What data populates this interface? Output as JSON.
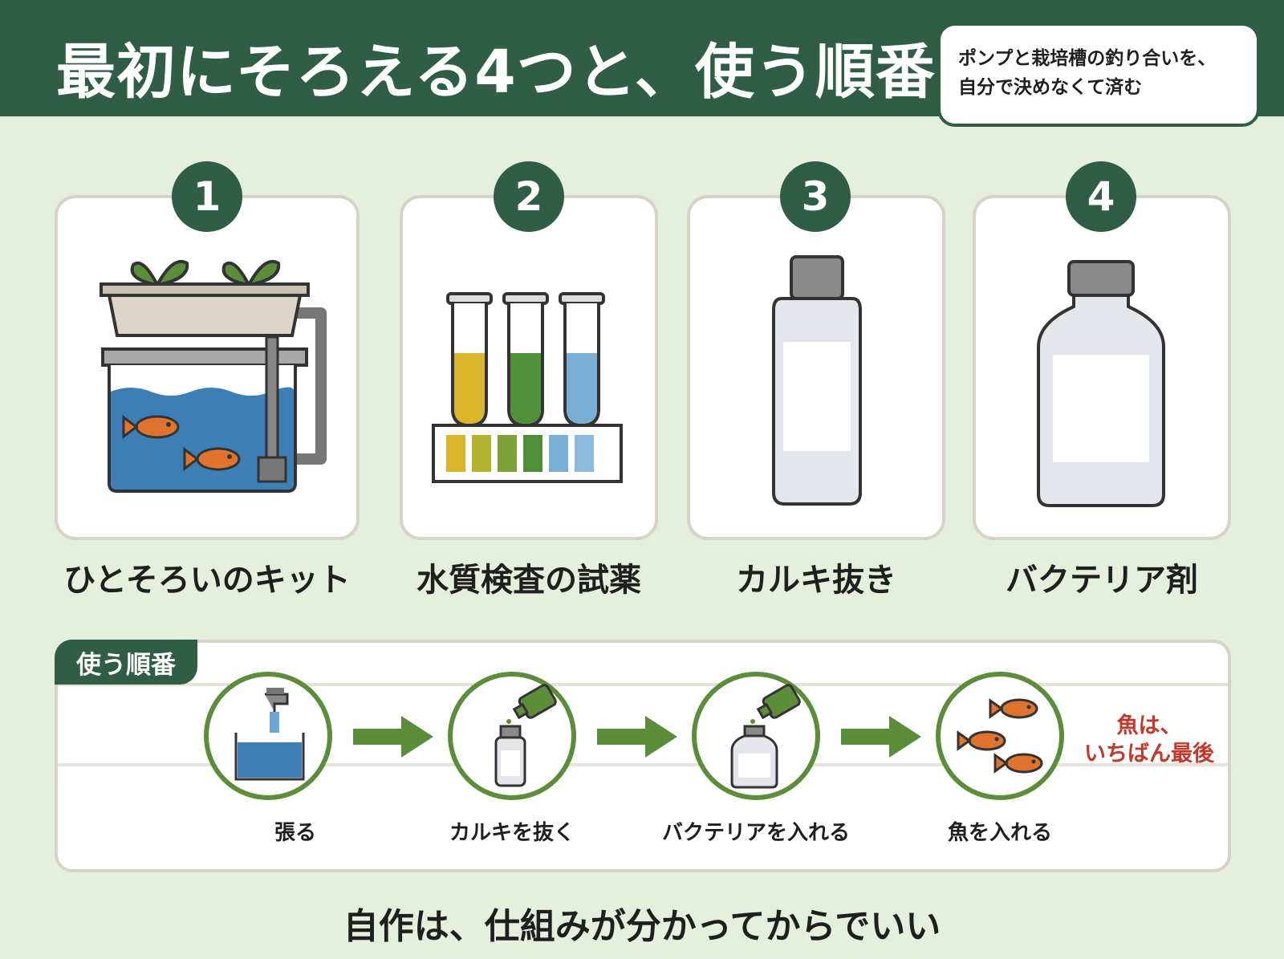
{
  "header": {
    "title": "最初にそろえる4つと、使う順番",
    "callout_line1": "ポンプと栽培槽の釣り合いを、",
    "callout_line2": "自分で決めなくて済む"
  },
  "items": [
    {
      "number": "1",
      "label": "ひとそろいのキット",
      "icon": "aquaponics-kit-icon"
    },
    {
      "number": "2",
      "label": "水質検査の試薬",
      "icon": "test-tubes-icon"
    },
    {
      "number": "3",
      "label": "カルキ抜き",
      "icon": "dechlorinator-bottle-icon"
    },
    {
      "number": "4",
      "label": "バクテリア剤",
      "icon": "bacteria-bottle-icon"
    }
  ],
  "order": {
    "tab_label": "使う順番",
    "steps": [
      {
        "label": "張る",
        "icon": "faucet-tank-icon"
      },
      {
        "label": "カルキを抜く",
        "icon": "pour-bottle-icon"
      },
      {
        "label": "バクテリアを入れる",
        "icon": "pour-bottle-icon"
      },
      {
        "label": "魚を入れる",
        "icon": "fish-icon"
      }
    ],
    "note_line1": "魚は、",
    "note_line2": "いちばん最後"
  },
  "footer": {
    "text": "自作は、仕組みが分かってからでいい"
  },
  "colors": {
    "header_bg": "#2f5d45",
    "page_bg": "#e4efdc",
    "step_ring": "#5c8d3b",
    "note_red": "#c0392b"
  }
}
